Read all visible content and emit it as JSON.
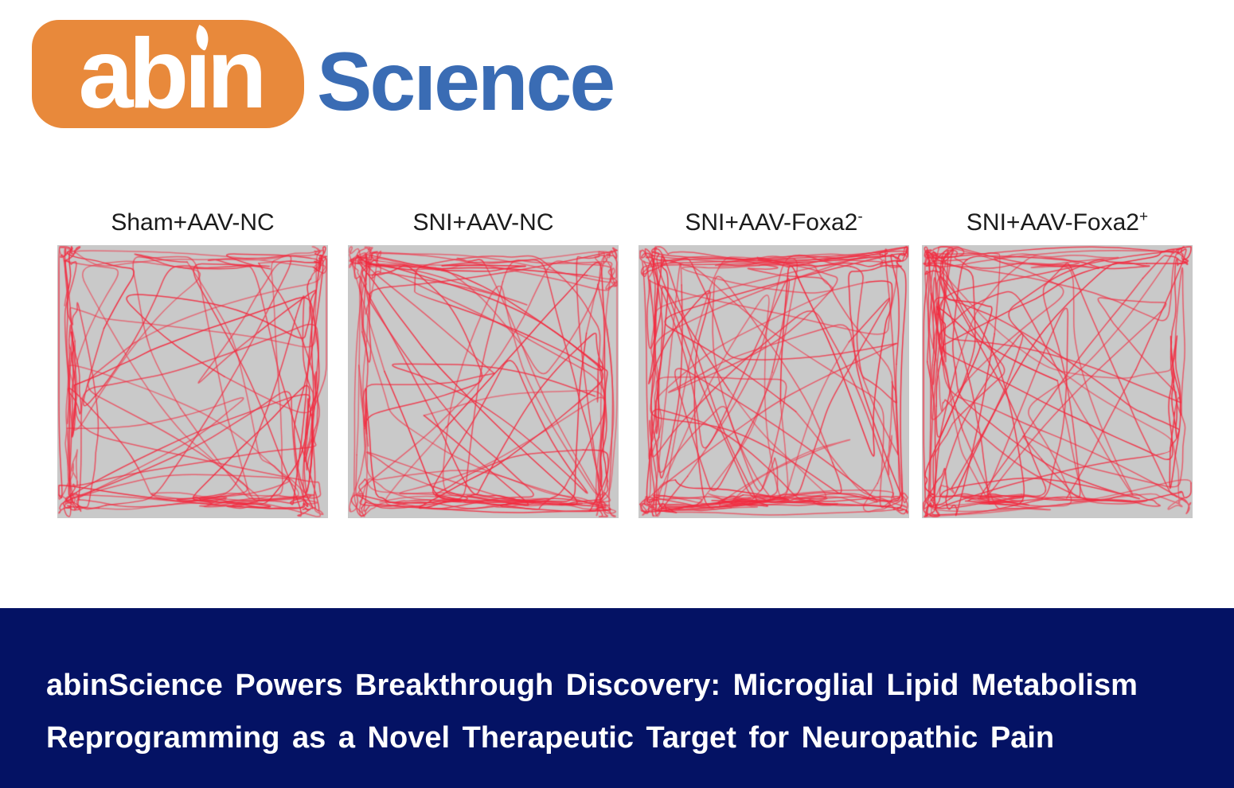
{
  "logo": {
    "abin_pre": "ab",
    "abin_i": "ı",
    "abin_post": "n",
    "science_pre": "Sc",
    "science_i": "ı",
    "science_post": "ence"
  },
  "figure": {
    "description": "Open field locomotor trace plots, four groups",
    "panels": [
      {
        "label": "Sham+AAV-NC",
        "sup": "",
        "trace": {
          "seed": 11,
          "segments": 150,
          "cross": 0.2
        }
      },
      {
        "label": "SNI+AAV-NC",
        "sup": "",
        "trace": {
          "seed": 47,
          "segments": 150,
          "cross": 0.26
        }
      },
      {
        "label": "SNI+AAV-Foxa2",
        "sup": "-",
        "trace": {
          "seed": 83,
          "segments": 165,
          "cross": 0.3
        }
      },
      {
        "label": "SNI+AAV-Foxa2",
        "sup": "+",
        "trace": {
          "seed": 29,
          "segments": 150,
          "cross": 0.24
        }
      }
    ]
  },
  "footer": {
    "line1": "abinScience Powers Breakthrough Discovery: Microglial Lipid Metabolism",
    "line2": "Reprogramming as a Novel Therapeutic Target for Neuropathic Pain"
  },
  "colors": {
    "logo_orange": "#E8893B",
    "logo_blue": "#3A6CB4",
    "panel_bg": "#C9C9C9",
    "trace_red": "#F2293E",
    "footer_bg": "#041264",
    "label_text": "#1B1B1B",
    "footer_text": "#FFFFFF"
  }
}
